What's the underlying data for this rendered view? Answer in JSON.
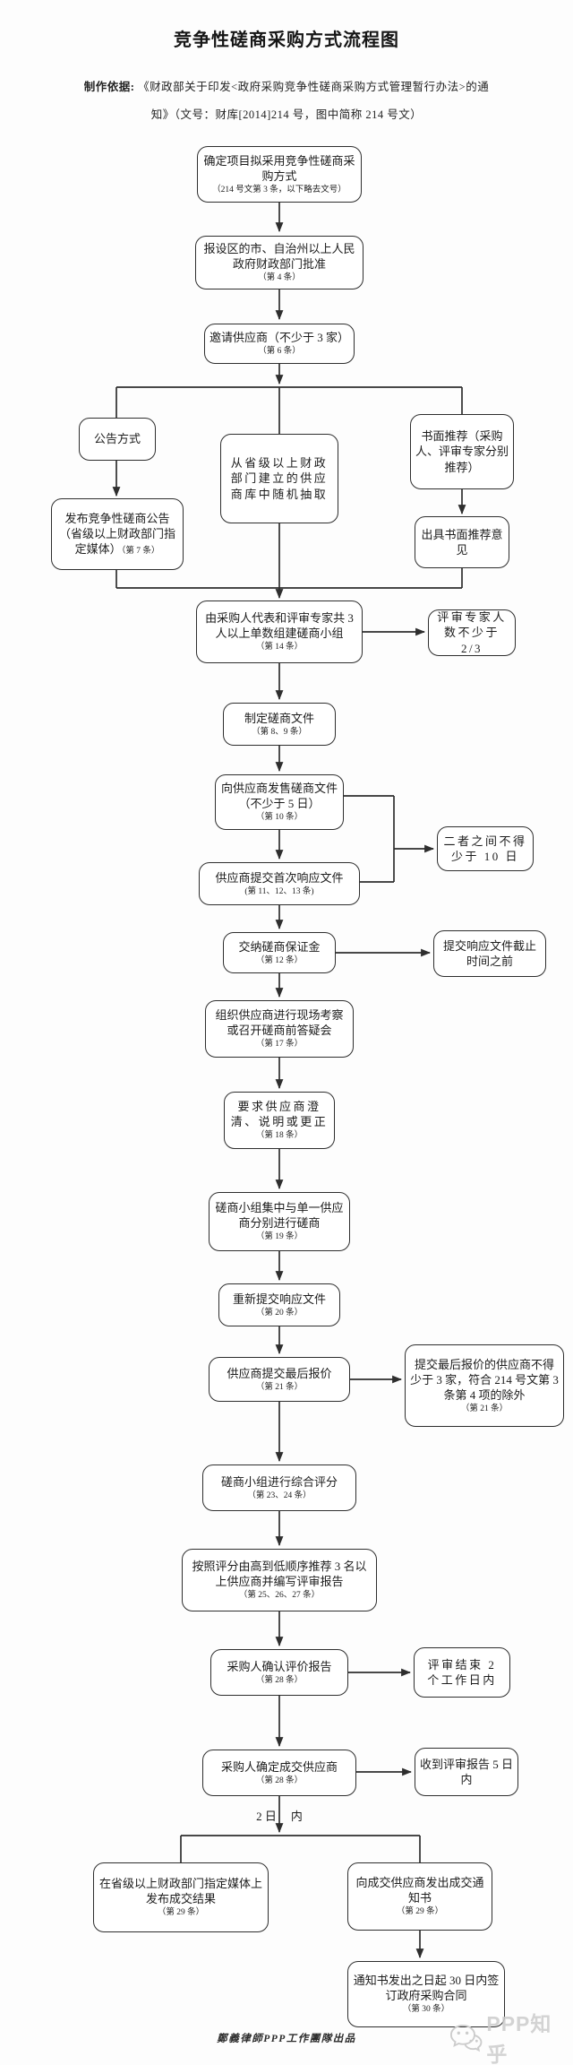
{
  "page": {
    "title": "竞争性磋商采购方式流程图",
    "source_label": "制作依据:",
    "source_line1": "《财政部关于印发<政府采购竞争性磋商采购方式管理暂行办法>的通",
    "source_line2": "知》（文号：财库[2014]214 号，图中简称 214 号文）",
    "edge_label_2days_left": "2 日",
    "edge_label_2days_right": "内",
    "footer": "鄭義律師PPP工作團隊出品",
    "watermark": "PPP知乎"
  },
  "colors": {
    "line": "#2e2e2e",
    "text": "#1c1c1c",
    "watermark": "#cccccc",
    "background": "#fdfdfd"
  },
  "nodes": {
    "b1": {
      "text": "确定项目拟采用竞争性磋商采购方式",
      "note": "（214 号文第 3 条，以下略去文号）"
    },
    "b2": {
      "text": "报设区的市、自治州以上人民政府财政部门批准",
      "note": "（第 4 条）"
    },
    "b3": {
      "text": "邀请供应商（不少于 3 家）",
      "note": "（第 6 条）"
    },
    "g1": {
      "text": "公告方式"
    },
    "g2": {
      "text": "发布竞争性磋商公告（省级以上财政部门指定媒体）",
      "note": "（第 7 条）"
    },
    "g3": {
      "text": "从省级以上财政部门建立的供应商库中随机抽取"
    },
    "g4": {
      "text": "书面推荐（采购人、评审专家分别推荐）"
    },
    "g5": {
      "text": "出具书面推荐意见"
    },
    "b4": {
      "text": "由采购人代表和评审专家共 3 人以上单数组建磋商小组",
      "note": "（第 14 条）"
    },
    "s1": {
      "text": "评审专家人数不少于 2/3"
    },
    "b5": {
      "text": "制定磋商文件",
      "note": "（第 8、9 条）"
    },
    "b6": {
      "text": "向供应商发售磋商文件（不少于 5 日）",
      "note": "（第 10 条）"
    },
    "s2": {
      "text": "二者之间不得少于 10 日"
    },
    "b7": {
      "text": "供应商提交首次响应文件",
      "note": "(第 11、12、13 条)"
    },
    "b8": {
      "text": "交纳磋商保证金",
      "note": "（第 12 条）"
    },
    "s3": {
      "text": "提交响应文件截止时间之前"
    },
    "b9": {
      "text": "组织供应商进行现场考察或召开磋商前答疑会",
      "note": "（第 17 条）"
    },
    "b10": {
      "text": "要求供应商澄清、说明或更正",
      "note": "（第 18 条）"
    },
    "b11": {
      "text": "磋商小组集中与单一供应商分别进行磋商",
      "note": "（第 19 条）"
    },
    "b12": {
      "text": "重新提交响应文件",
      "note": "（第 20 条）"
    },
    "b13": {
      "text": "供应商提交最后报价",
      "note": "（第 21 条）"
    },
    "s4": {
      "text": "提交最后报价的供应商不得少于 3 家，符合 214 号文第 3 条第 4 项的除外",
      "note": "（第 21 条）"
    },
    "b14": {
      "text": "磋商小组进行综合评分",
      "note": "（第 23、24 条）"
    },
    "b15": {
      "text": "按照评分由高到低顺序推荐 3 名以上供应商并编写评审报告",
      "note": "（第 25、26、27 条）"
    },
    "b16": {
      "text": "采购人确认评价报告",
      "note": "（第 28 条）"
    },
    "s5": {
      "text": "评审结束  2 个工作日内"
    },
    "b17": {
      "text": "采购人确定成交供应商",
      "note": "（第 28 条）"
    },
    "s6": {
      "text": "收到评审报告 5 日内"
    },
    "bl": {
      "text": "在省级以上财政部门指定媒体上发布成交结果",
      "note": "（第 29 条）"
    },
    "br": {
      "text": "向成交供应商发出成交通知书",
      "note": "（第 29 条）"
    },
    "bb": {
      "text": "通知书发出之日起 30 日内签订政府采购合同",
      "note": "（第 30 条）"
    }
  }
}
